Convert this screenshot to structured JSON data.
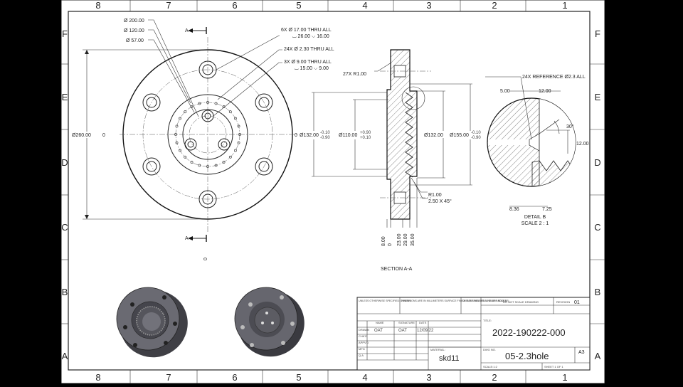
{
  "zones": {
    "columns": [
      "8",
      "7",
      "6",
      "5",
      "4",
      "3",
      "2",
      "1"
    ],
    "rows": [
      "F",
      "E",
      "D",
      "C",
      "B",
      "A"
    ]
  },
  "front_view": {
    "dia_200": "Ø 200.00",
    "dia_120": "Ø 120.00",
    "dia_57": "Ø 57.00",
    "dia_260": "Ø260.00",
    "zero_left": "0",
    "zero_right": "0",
    "zero_bottom": "0",
    "note_6x_a": "6X  Ø 17.00 THRU ALL",
    "note_6x_b": "⌴ 26.00 ⌵ 16.00",
    "note_24x": "24X  Ø  2.30 THRU ALL",
    "note_3x_a": "3X  Ø  9.00 THRU ALL",
    "note_3x_b": "⌴ 15.00 ⌵ 9.00",
    "section_mark_top": "A",
    "section_mark_bottom": "A"
  },
  "section_view": {
    "radius_27x": "27X R1.00",
    "dia_132_left": "Ø132.00",
    "tol_132_left_upper": "-0.10",
    "tol_132_left_lower": "-0.90",
    "dia_110": "Ø110.00",
    "tol_110_upper": "+0.90",
    "tol_110_lower": "+0.10",
    "dia_132_right": "Ø132.00",
    "dia_155": "Ø155.00",
    "tol_155_upper": "-0.10",
    "tol_155_lower": "-0.90",
    "r1": "R1.00",
    "chamfer": "2.50 X 45°",
    "depth_dims": [
      "8.00",
      "0",
      "23.00",
      "29.00",
      "35.00"
    ],
    "title": "SECTION A-A"
  },
  "detail_view": {
    "note": "24X REFERENCE Ø2.3 ALL",
    "dim_500": "5.00",
    "dim_1200_top": "12.00",
    "angle": "30°",
    "dim_1200_right": "12.00",
    "dim_836": "8.36",
    "dim_725": "7.25",
    "title": "DETAIL B",
    "scale": "SCALE 2 : 1"
  },
  "title_block": {
    "unless_note": "UNLESS OTHERWISE SPECIFIED: DIMENSIONS ARE IN MILLIMETERS SURFACE FINISH: TOLERANCES: LINEAR: ANGULAR:",
    "finish_label": "FINISH:",
    "deburr_label": "DEBURR AND BREAK SHARP EDGES",
    "do_not_scale": "DO NOT SCALE DRAWING",
    "revision_label": "REVISION",
    "revision": "01",
    "name_header": "NAME",
    "signature_header": "SIGNATURE",
    "date_header": "DATE",
    "drawn_label": "DRAWN",
    "drawn_name": "OAT",
    "drawn_signature": "OAT",
    "drawn_date": "12/09/22",
    "chk_label": "CHK'D",
    "appv_label": "APPV'D",
    "mfg_label": "MFG",
    "qa_label": "Q.A",
    "title_label": "TITLE:",
    "title": "2022-190222-000",
    "material_label": "MATERIAL:",
    "material": "skd11",
    "dwg_label": "DWG NO.",
    "dwg_no": "05-2.3hole",
    "size": "A3",
    "weight_label": "WEIGHT:",
    "scale_label": "SCALE:1:2",
    "sheet_label": "SHEET 1 OF 1"
  }
}
